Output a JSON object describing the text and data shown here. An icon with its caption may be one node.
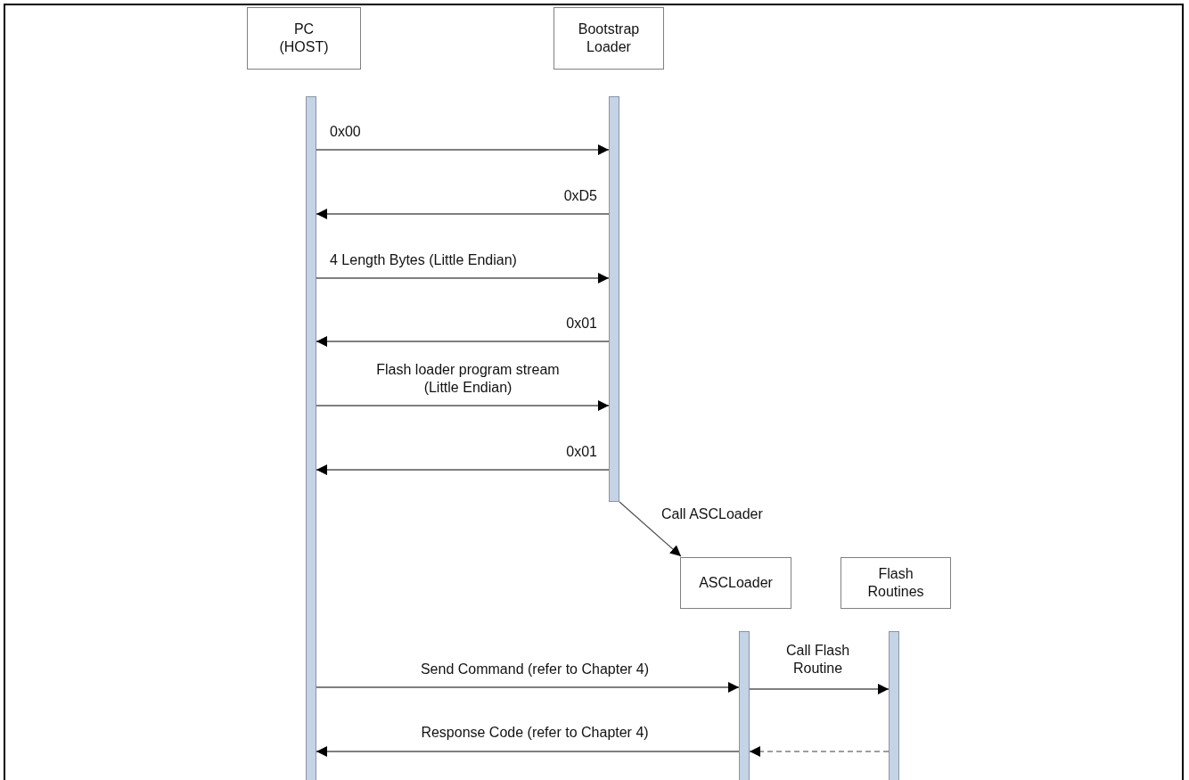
{
  "diagram": {
    "nodes": [
      {
        "text": [
          "PC (HOST)"
        ]
      },
      {
        "text": [
          "Bootstrap Loader"
        ]
      },
      {
        "text": [],
        "shape": "bar"
      },
      {
        "text": [],
        "shape": "bar"
      },
      {
        "text": [
          "ASCLoader"
        ]
      },
      {
        "text": [
          "Flash Routines"
        ]
      },
      {
        "text": [],
        "shape": "bar"
      },
      {
        "text": [],
        "shape": "bar"
      }
    ],
    "edges": [
      {
        "from": 2,
        "to": 3,
        "arrow": "to",
        "label": "0x00"
      },
      {
        "from": 3,
        "to": 2,
        "arrow": "to",
        "label": "0xD5"
      },
      {
        "from": 2,
        "to": 3,
        "arrow": "to",
        "label": "4 Length Bytes (Little Endian)"
      },
      {
        "from": 3,
        "to": 2,
        "arrow": "to",
        "label": "0x01"
      },
      {
        "from": 2,
        "to": 3,
        "arrow": "to",
        "label": "Flash loader program stream (Little Endian)"
      },
      {
        "from": 3,
        "to": 2,
        "arrow": "to",
        "label": "0x01"
      },
      {
        "from": 3,
        "to": 4,
        "arrow": "to",
        "label": "Call ASCLoader"
      },
      {
        "from": 2,
        "to": 6,
        "arrow": "to",
        "label": "Send Command (refer to Chapter 4)"
      },
      {
        "from": 6,
        "to": 7,
        "arrow": "to",
        "label": "Call Flash Routine"
      },
      {
        "from": 6,
        "to": 2,
        "arrow": "to",
        "label": "Response Code (refer to Chapter 4)"
      },
      {
        "from": 7,
        "to": 6,
        "arrow": "to",
        "style": "dashed",
        "color": "#7f7f7f"
      }
    ]
  }
}
